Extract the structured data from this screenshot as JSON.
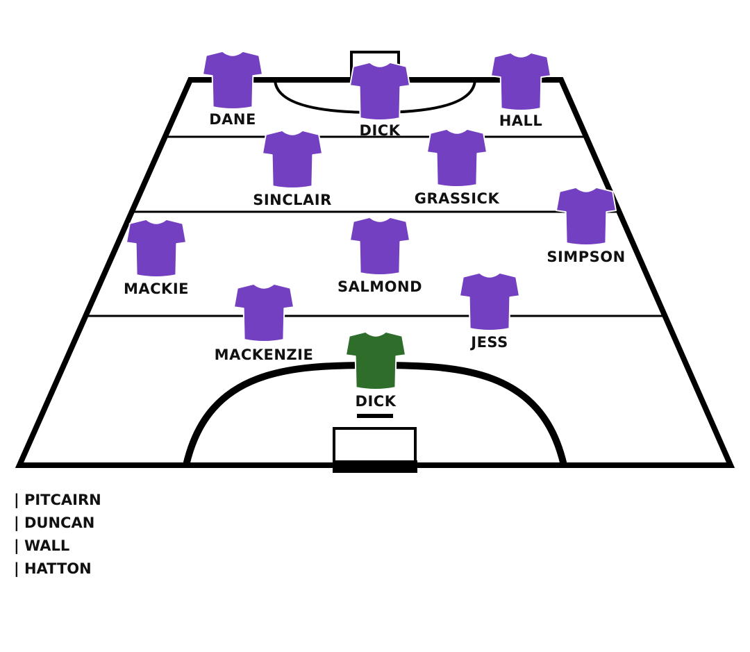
{
  "colors": {
    "outfield_shirt": "#7440C2",
    "goalkeeper_shirt": "#2E6E2A",
    "pitch_lines": "#000000",
    "background": "#ffffff"
  },
  "players": [
    {
      "name": "DANE",
      "role": "outfield"
    },
    {
      "name": "DICK",
      "role": "outfield"
    },
    {
      "name": "HALL",
      "role": "outfield"
    },
    {
      "name": "SINCLAIR",
      "role": "outfield"
    },
    {
      "name": "GRASSICK",
      "role": "outfield"
    },
    {
      "name": "SIMPSON",
      "role": "outfield"
    },
    {
      "name": "MACKIE",
      "role": "outfield"
    },
    {
      "name": "SALMOND",
      "role": "outfield"
    },
    {
      "name": "MACKENZIE",
      "role": "outfield"
    },
    {
      "name": "JESS",
      "role": "outfield"
    },
    {
      "name": "DICK",
      "role": "goalkeeper"
    }
  ],
  "substitutes": [
    "| PITCAIRN",
    "| DUNCAN",
    "| WALL",
    "| HATTON"
  ]
}
